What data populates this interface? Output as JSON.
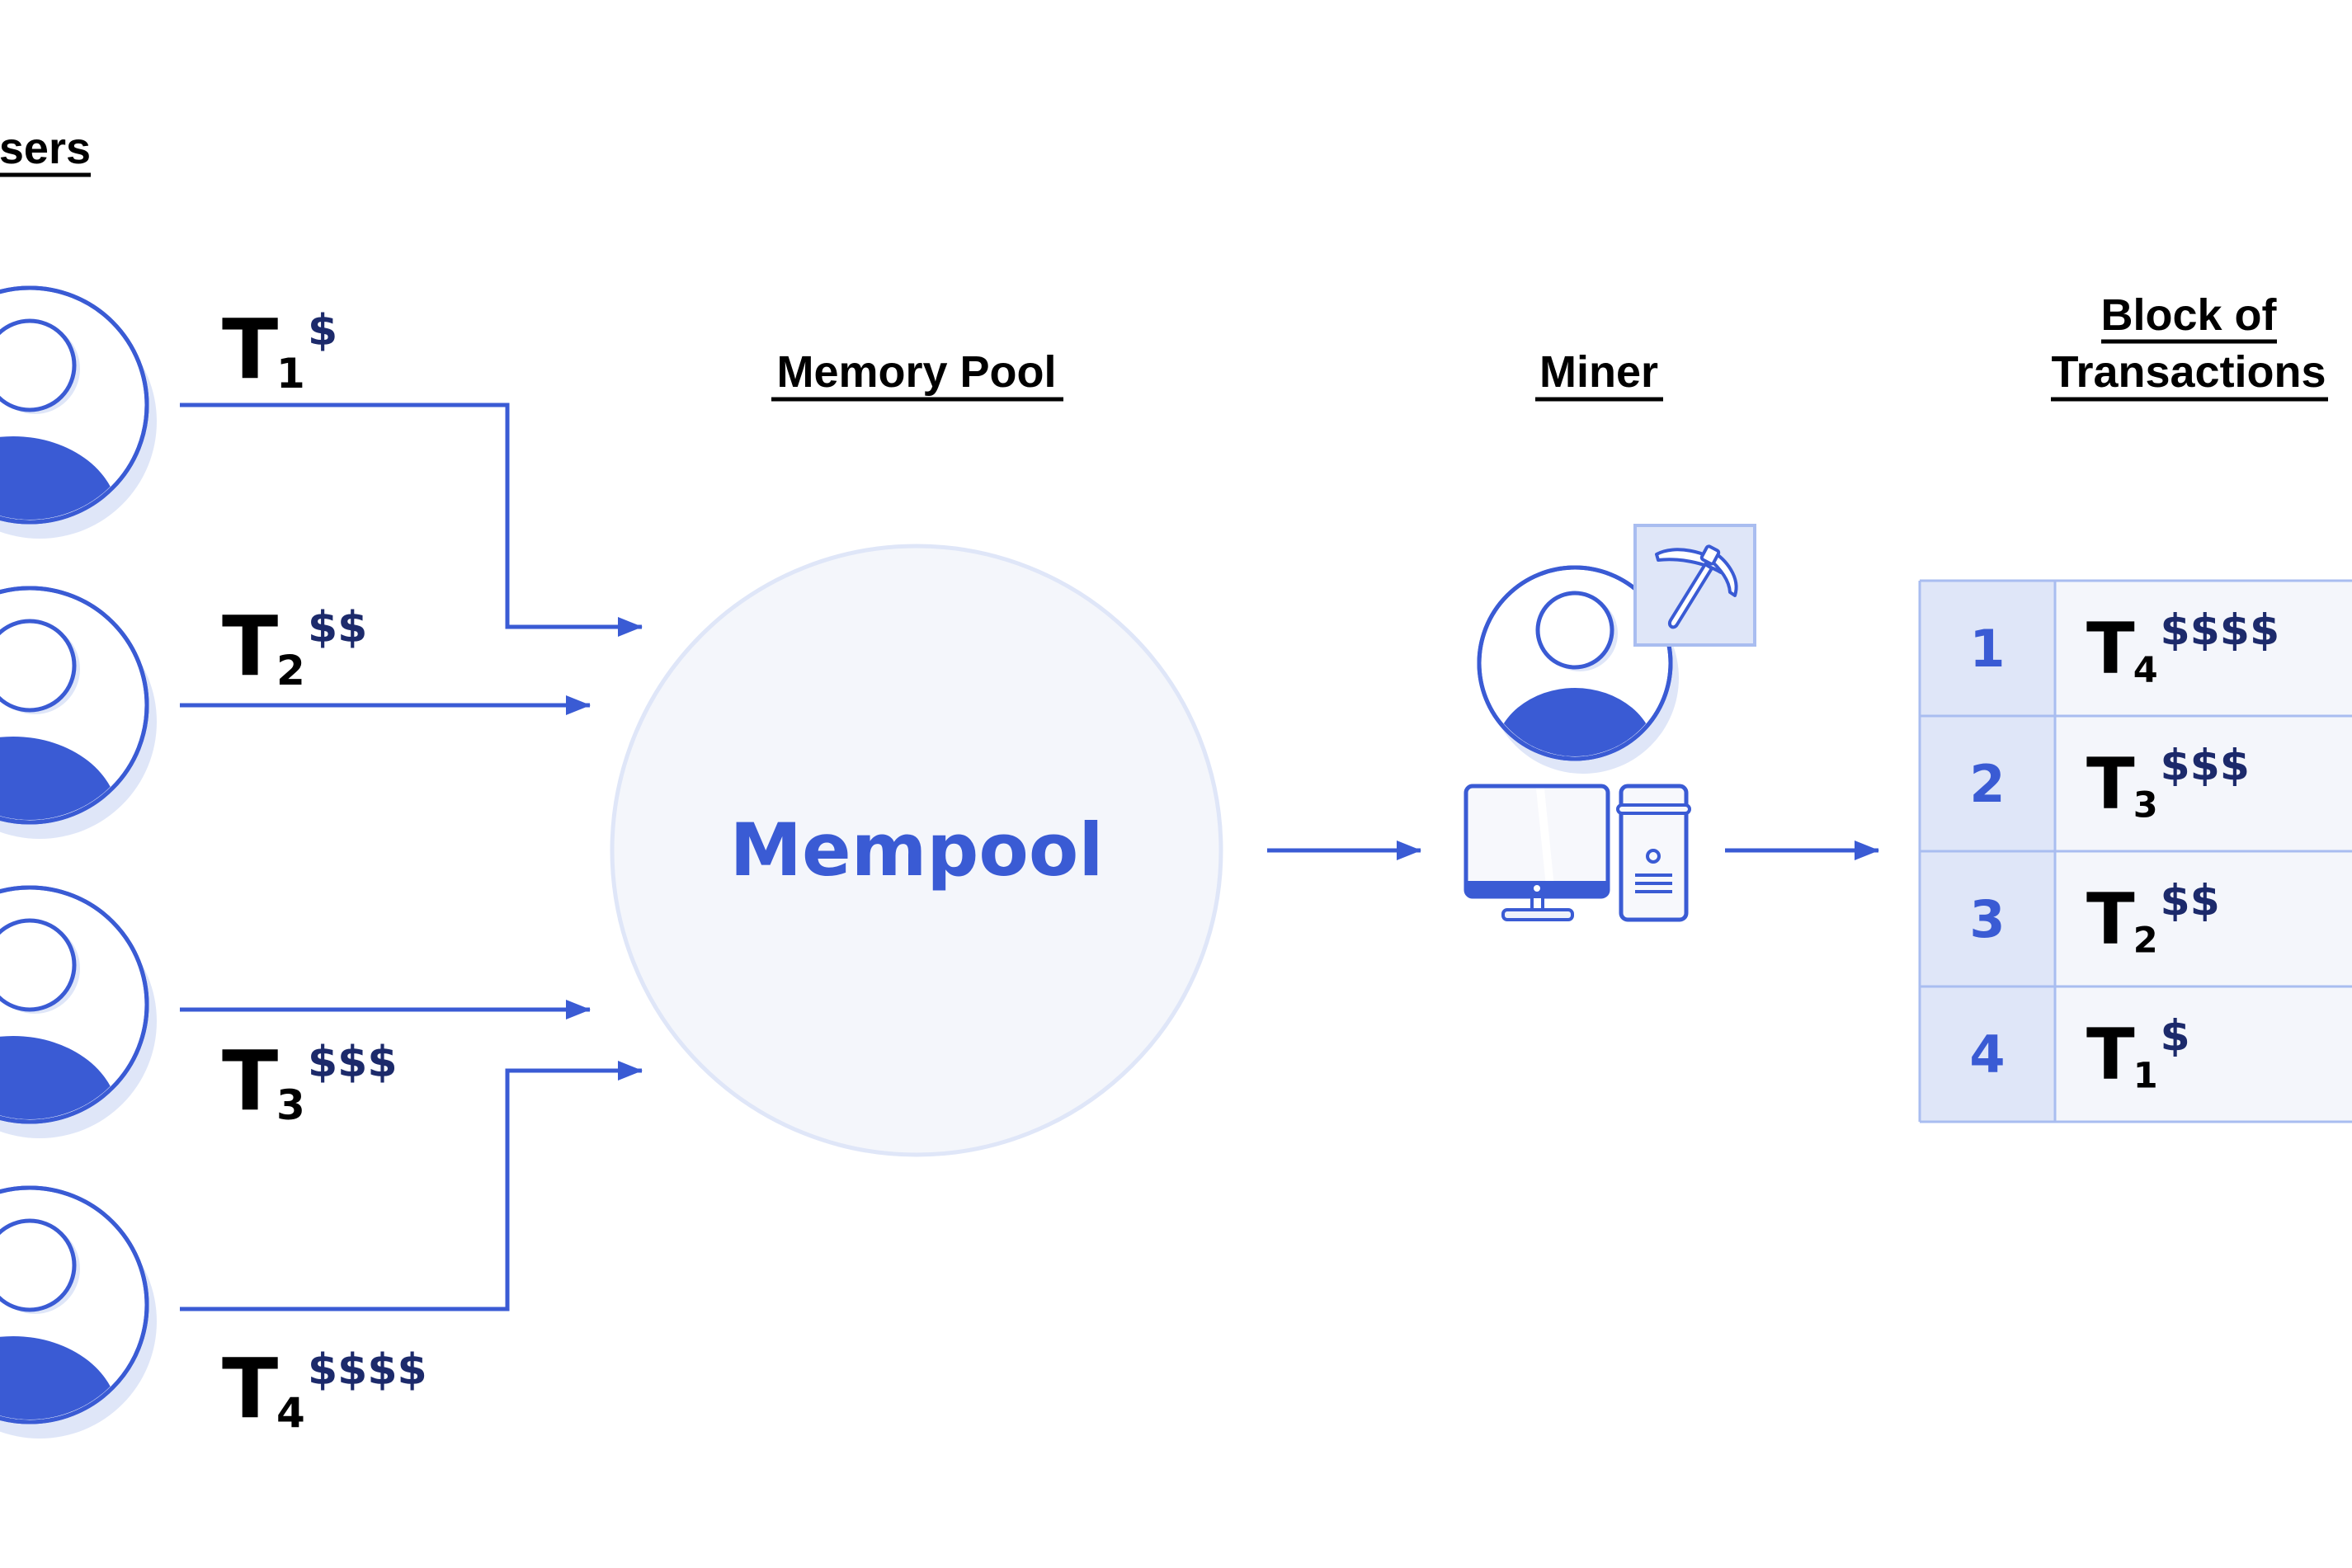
{
  "colors": {
    "accent": "#3a5bd4",
    "accent_light": "#dfe6f8",
    "pool_fill": "#f4f6fb",
    "pool_stroke": "#dfe6f8",
    "dollar": "#1c2a6b",
    "text": "#000000",
    "table_num_bg": "#dfe6f8",
    "table_cell_bg": "#f4f6fb",
    "table_border": "#a9bdf0"
  },
  "headings": {
    "users": "Users",
    "memory_pool": "Memory Pool",
    "miner": "Miner",
    "block_line1": "Block of",
    "block_line2": "Transactions"
  },
  "mempool_label": "Mempool",
  "users": [
    {
      "icon": "user-icon",
      "tx": "T",
      "index": "1",
      "fee": "$"
    },
    {
      "icon": "user-icon",
      "tx": "T",
      "index": "2",
      "fee": "$$"
    },
    {
      "icon": "user-icon",
      "tx": "T",
      "index": "3",
      "fee": "$$$"
    },
    {
      "icon": "user-icon",
      "tx": "T",
      "index": "4",
      "fee": "$$$$"
    }
  ],
  "miner": {
    "avatar_icon": "user-icon",
    "tool_icon": "pickaxe-icon",
    "computer_icons": [
      "monitor-icon",
      "computer-tower-icon"
    ]
  },
  "block": {
    "rows": [
      {
        "rank": "1",
        "tx": "T",
        "index": "4",
        "fee": "$$$$"
      },
      {
        "rank": "2",
        "tx": "T",
        "index": "3",
        "fee": "$$$"
      },
      {
        "rank": "3",
        "tx": "T",
        "index": "2",
        "fee": "$$"
      },
      {
        "rank": "4",
        "tx": "T",
        "index": "1",
        "fee": "$"
      }
    ]
  }
}
